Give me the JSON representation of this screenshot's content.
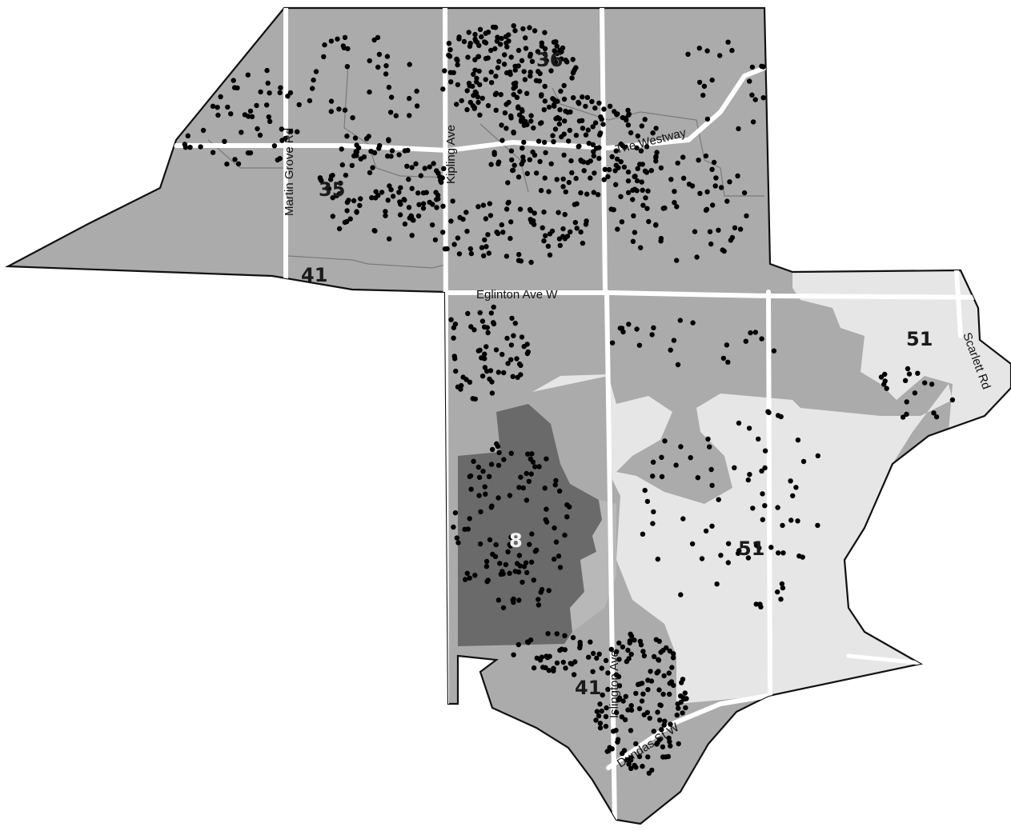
{
  "colors": {
    "background": "#ffffff",
    "zone_mid": "#ababab",
    "zone_light": "#e6e6e6",
    "zone_dark": "#6a6a6a",
    "road": "#ffffff",
    "outline": "#111111",
    "dot": "#000000"
  },
  "zone_labels": {
    "z36": "36",
    "z35": "35",
    "z41_north": "41",
    "z41_south": "41",
    "z51_east": "51",
    "z51_center": "51",
    "z8": "8"
  },
  "road_labels": {
    "martin_grove": "Martin Grove Rd",
    "kipling": "Kipling Ave",
    "westway": "The Westway",
    "eglinton": "Eglinton Ave W",
    "scarlett": "Scarlett Rd",
    "islington": "Islington Ave",
    "dundas": "Dundas St W"
  }
}
